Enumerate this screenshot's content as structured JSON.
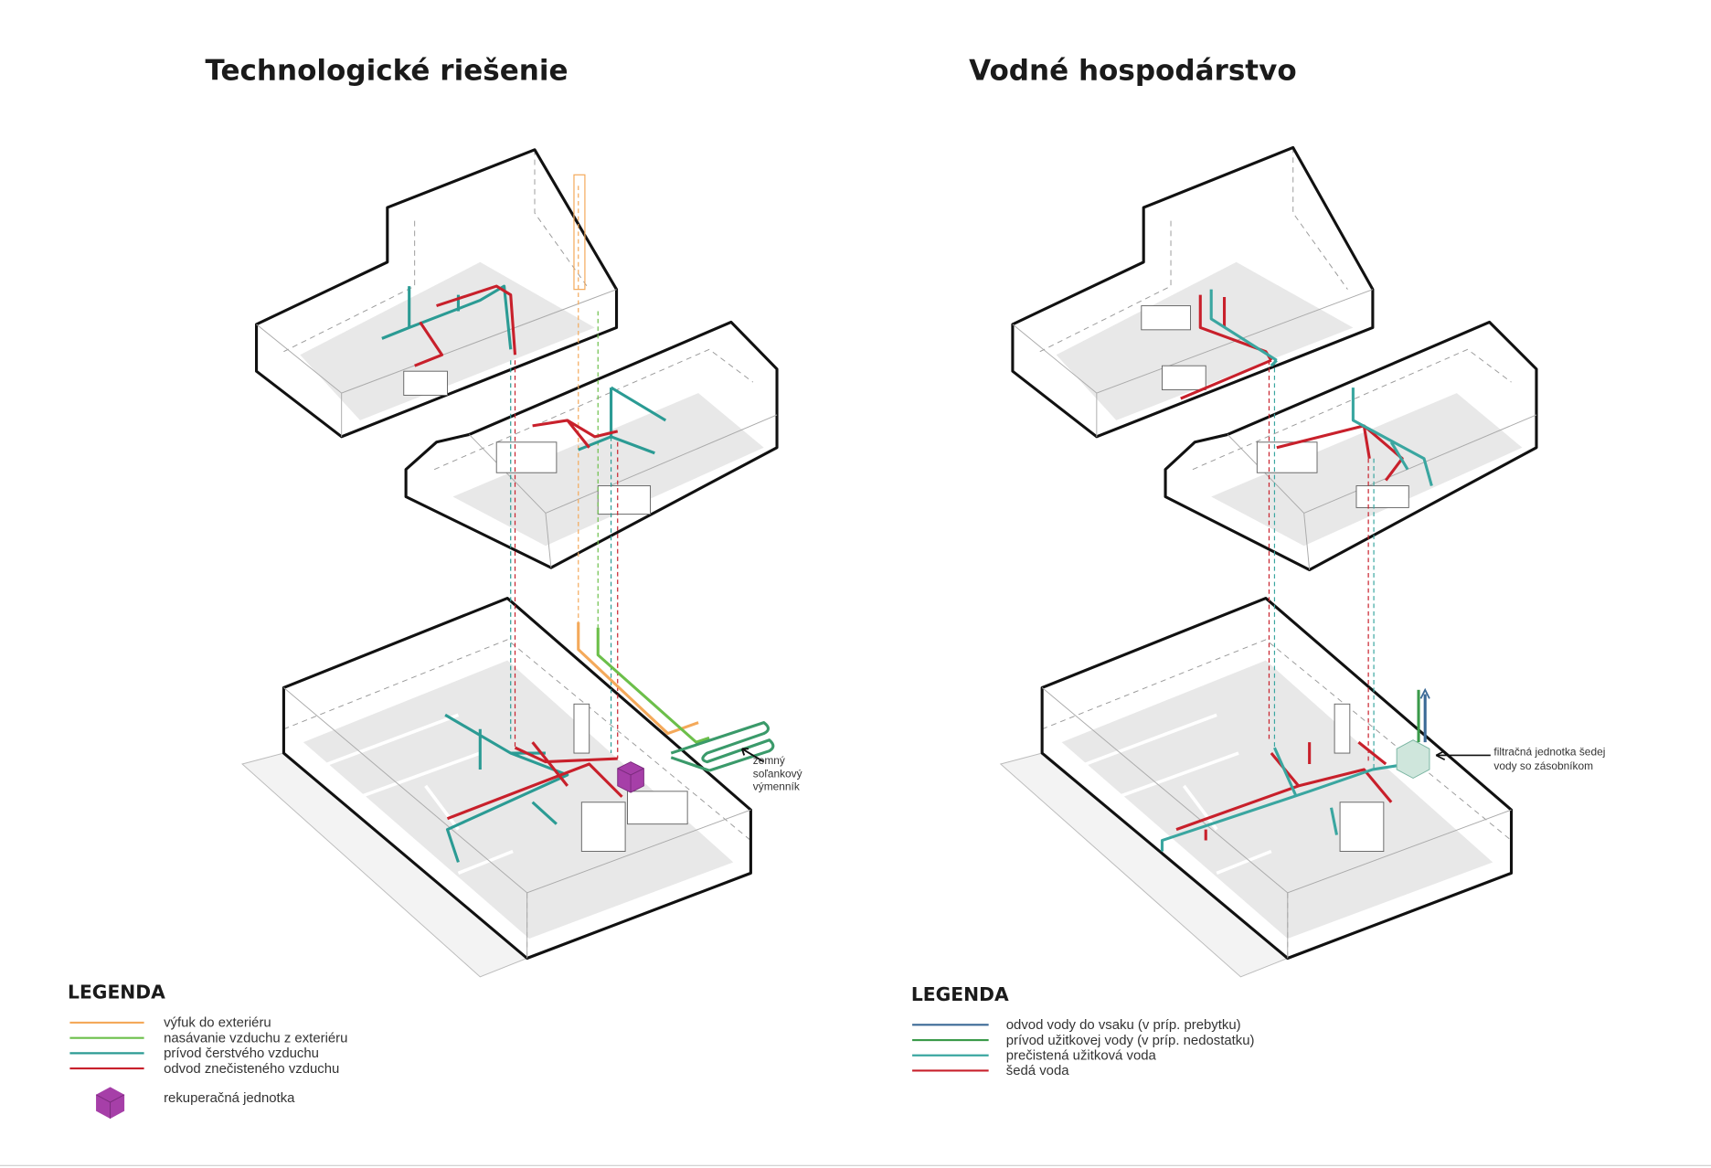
{
  "left_panel": {
    "title": "Technologické riešenie",
    "annotation": [
      "zemný",
      "soľankový",
      "výmenník"
    ],
    "legend": {
      "heading": "LEGENDA",
      "items": [
        {
          "label": "výfuk do exteriéru",
          "color": "#f4a95a"
        },
        {
          "label": "nasávanie vzduchu z exteriéru",
          "color": "#6cbf4a"
        },
        {
          "label": "prívod čerstvého vzduchu",
          "color": "#2b9b94"
        },
        {
          "label": "odvod znečisteného vzduchu",
          "color": "#c8202b"
        }
      ],
      "unit": {
        "label": "rekuperačná jednotka",
        "color": "#a63fa8"
      }
    }
  },
  "right_panel": {
    "title": "Vodné hospodárstvo",
    "annotation": [
      "filtračná jednotka šedej",
      "vody so zásobníkom"
    ],
    "legend": {
      "heading": "LEGENDA",
      "items": [
        {
          "label": "odvod vody do vsaku (v príp. prebytku)",
          "color": "#3b6a96"
        },
        {
          "label": "prívod užitkovej vody (v príp. nedostatku)",
          "color": "#3a9a4a"
        },
        {
          "label": "prečistená užitková voda",
          "color": "#3aa6a0"
        },
        {
          "label": "šedá voda",
          "color": "#c8202b"
        }
      ]
    }
  }
}
